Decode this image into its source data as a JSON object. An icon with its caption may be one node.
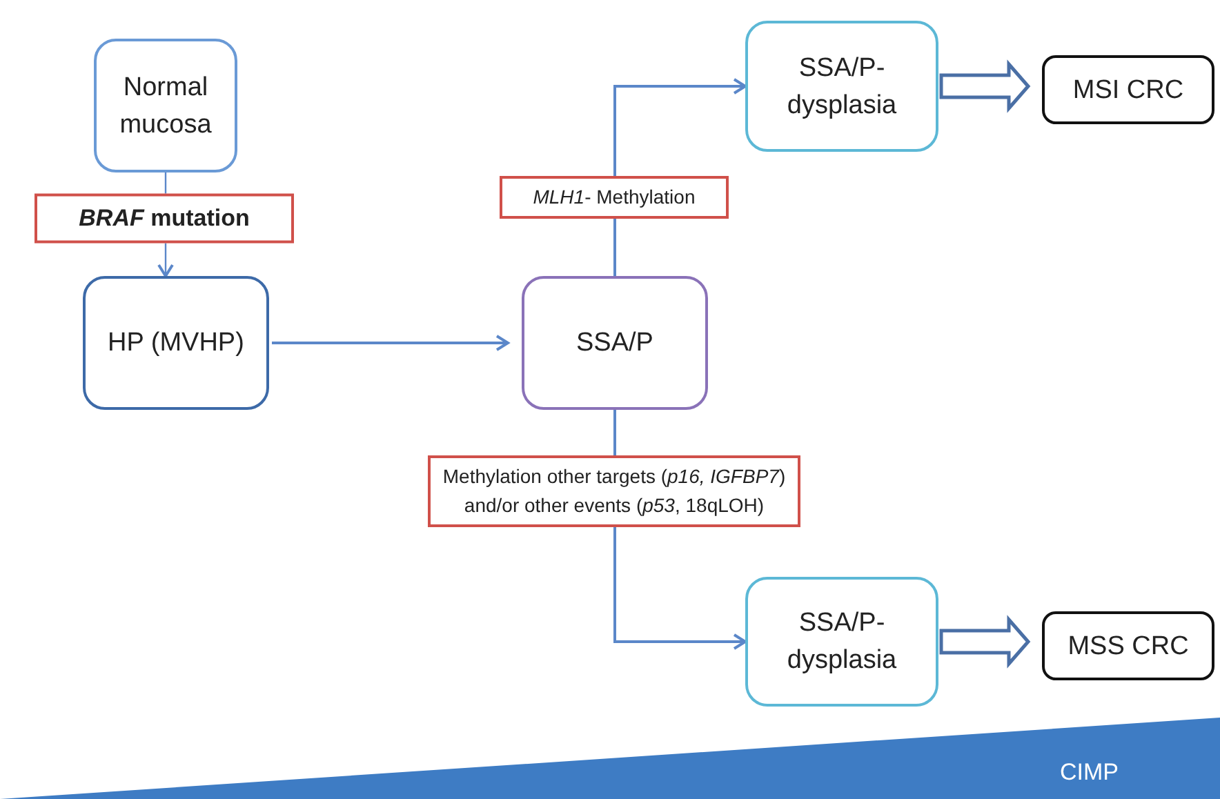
{
  "diagram": {
    "nodes": [
      {
        "text": [
          "Normal mucosa"
        ]
      },
      {
        "text": [
          "HP (MVHP)"
        ]
      },
      {
        "text": [
          "SSA/P"
        ]
      },
      {
        "text": [
          "SSA/P- dysplasia"
        ]
      },
      {
        "text": [
          "MSI CRC"
        ]
      },
      {
        "text": [
          "SSA/P- dysplasia"
        ]
      },
      {
        "text": [
          "MSS CRC"
        ]
      }
    ],
    "edges": [
      {
        "from": 0,
        "to": 1,
        "arrow": "to",
        "label": "*BRAF* mutation"
      },
      {
        "from": 1,
        "to": 2,
        "arrow": "to"
      },
      {
        "from": 2,
        "to": 3,
        "arrow": "to",
        "label": "*MLH1*- Methylation"
      },
      {
        "from": 2,
        "to": 5,
        "arrow": "to",
        "label": "Methylation other targets (*p16, IGFBP7*) and/or other events (*p53*, 18qLOH)"
      },
      {
        "from": 3,
        "to": 4,
        "arrow": "to",
        "style": "thick"
      },
      {
        "from": 5,
        "to": 6,
        "arrow": "to",
        "style": "thick"
      }
    ],
    "labels": [
      "CIMP"
    ]
  }
}
